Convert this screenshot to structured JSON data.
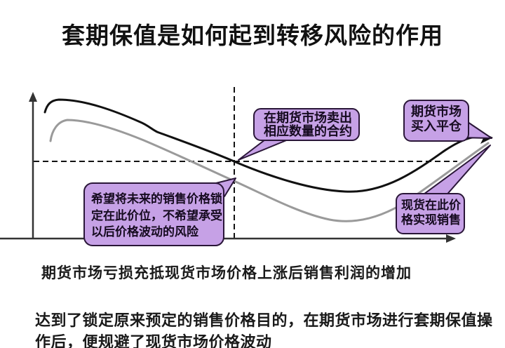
{
  "title": "套期保值是如何起到转移风险的作用",
  "colors": {
    "bubble_fill": "#c6a1e6",
    "bubble_border": "#2a1638",
    "curve_black": "#111111",
    "curve_gray": "#9a9a9a",
    "text": "#1a1a1a"
  },
  "diagram": {
    "bubbles": {
      "sell_futures": {
        "line1": "在期货市场卖出",
        "line2": "相应数量的合约"
      },
      "close_position": {
        "line1": "期货市场",
        "line2": "买入平仓"
      },
      "spot_sale": {
        "line1": "现货在此价",
        "line2": "格实现销售"
      },
      "lock_price": {
        "line1": "希望将未来的销售价格锁",
        "line2": "定在此价位，不希望承受",
        "line3": "以后价格波动的风险"
      }
    }
  },
  "captions": {
    "offset_note": "期货市场亏损充抵现货市场价格上涨后销售利润的增加",
    "conclusion": "达到了锁定原来预定的销售价格目的，在期货市场进行套期保值操作后，便规避了现货市场价格波动"
  }
}
